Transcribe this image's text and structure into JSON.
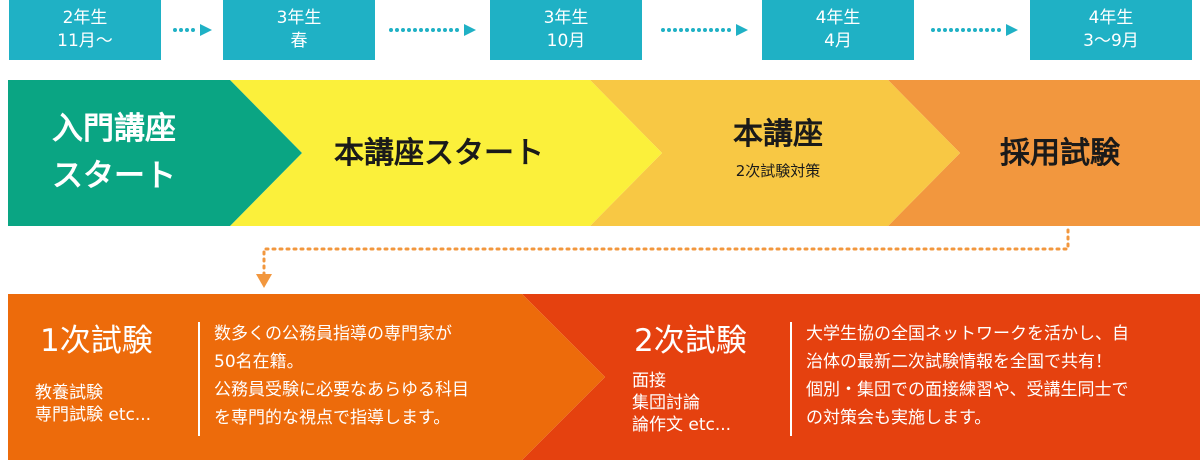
{
  "timeline": [
    {
      "year": "2年生",
      "period": "11月～"
    },
    {
      "year": "3年生",
      "period": "春"
    },
    {
      "year": "3年生",
      "period": "10月"
    },
    {
      "year": "4年生",
      "period": "4月"
    },
    {
      "year": "4年生",
      "period": "3～9月"
    }
  ],
  "flow": {
    "intro": {
      "line1": "入門講座",
      "line2": "スタート"
    },
    "main": {
      "label": "本講座スタート"
    },
    "advanced": {
      "label": "本講座",
      "sub": "2次試験対策"
    },
    "exam": {
      "label": "採用試験"
    }
  },
  "exams": {
    "first": {
      "title": "1次試験",
      "subjects": [
        "教養試験",
        "専門試験 etc..."
      ],
      "description": [
        "数多くの公務員指導の専門家が",
        "50名在籍。",
        "公務員受験に必要なあらゆる科目",
        "を専門的な視点で指導します。"
      ]
    },
    "second": {
      "title": "2次試験",
      "subjects": [
        "面接",
        "集団討論",
        "論作文 etc..."
      ],
      "description": [
        "大学生協の全国ネットワークを活かし、自",
        "治体の最新二次試験情報を全国で共有！",
        "個別・集団での面接練習や、受講生同士で",
        "の対策会も実施します。"
      ]
    }
  },
  "colors": {
    "timeline": "#1fb1c5",
    "intro": "#0aa583",
    "main": "#fbf03b",
    "advanced": "#f8c844",
    "exam": "#f2973e",
    "first_exam": "#ed6b0b",
    "second_exam": "#e5410f",
    "connector": "#f2973e"
  }
}
